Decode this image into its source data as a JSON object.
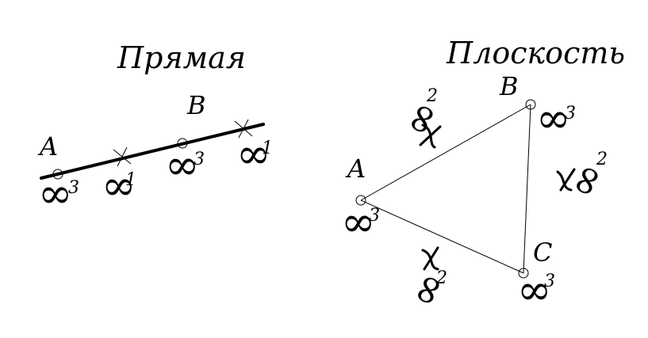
{
  "line_panel": {
    "title": "Прямая",
    "points": [
      {
        "label": "A",
        "inf": "∞",
        "exp": "3"
      },
      {
        "label": "",
        "inf": "∞",
        "exp": "1"
      },
      {
        "label": "B",
        "inf": "∞",
        "exp": "3"
      },
      {
        "label": "",
        "inf": "∞",
        "exp": "1"
      }
    ]
  },
  "plane_panel": {
    "title": "Плоскость",
    "vertices": [
      {
        "label": "A",
        "inf": "∞",
        "exp": "3"
      },
      {
        "label": "B",
        "inf": "∞",
        "exp": "3"
      },
      {
        "label": "C",
        "inf": "∞",
        "exp": "3"
      }
    ],
    "sides": [
      {
        "inf": "∞",
        "exp": "2"
      },
      {
        "inf": "∞",
        "exp": "2"
      },
      {
        "inf": "∞",
        "exp": "2"
      }
    ]
  }
}
